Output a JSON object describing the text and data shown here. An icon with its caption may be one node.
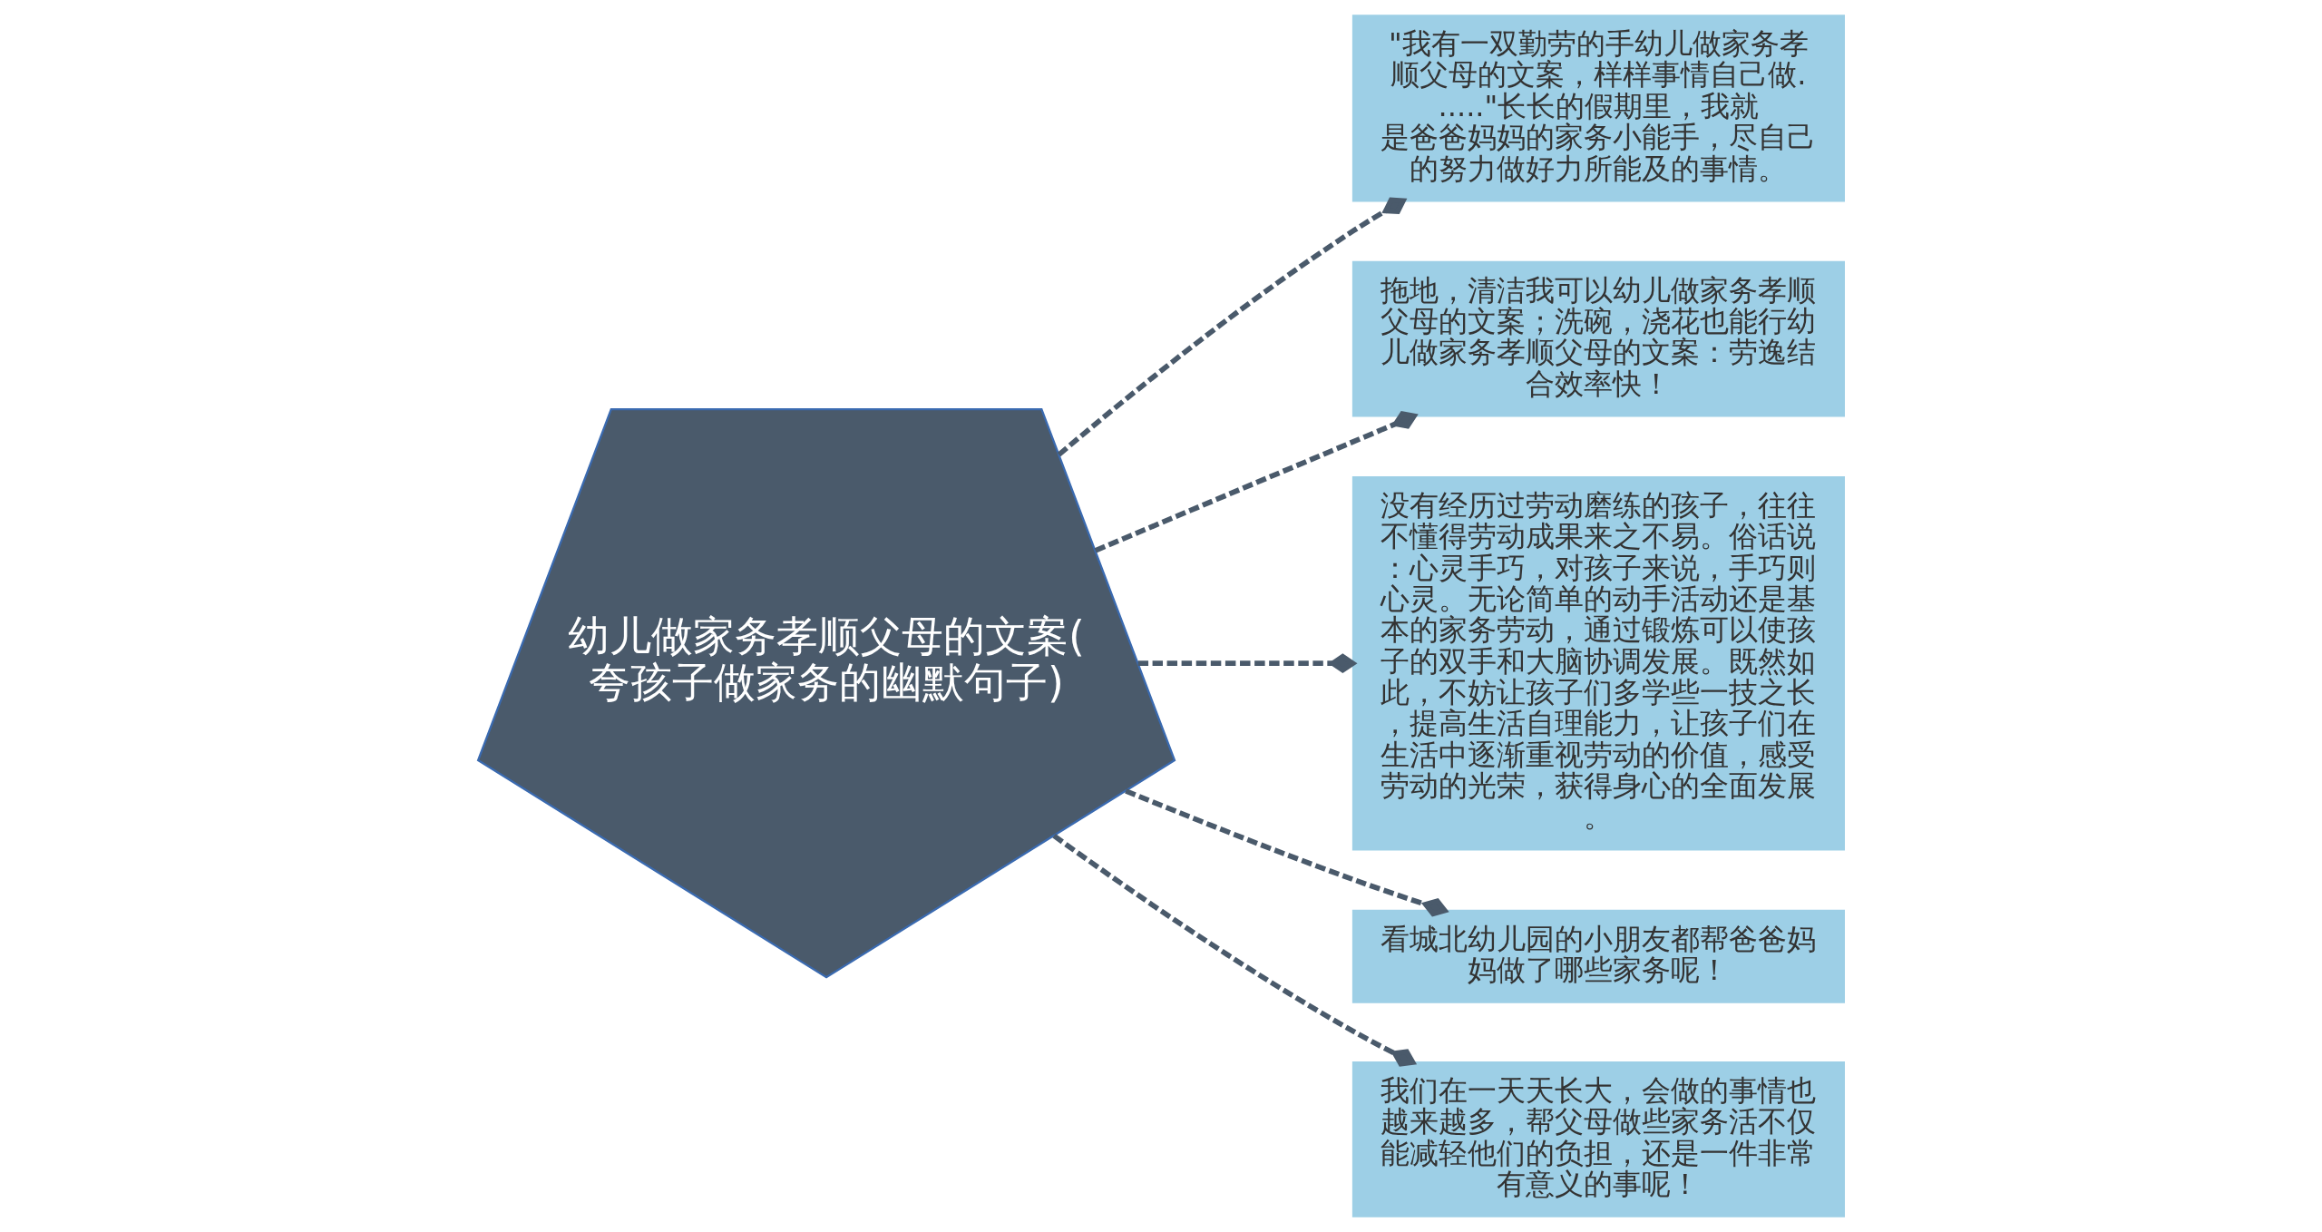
{
  "diagram": {
    "nodes": [
      {
        "text": [
          "幼儿做家务孝顺父母的文案(夸孩子做家务的幽默句子)"
        ]
      },
      {
        "text": [
          "\"我有一双勤劳的手幼儿做家务孝顺父母的文案，样样事情自己做......\"长长的假期里，我就是爸爸妈妈的家务小能手，尽自己的努力做好力所能及的事情。"
        ]
      },
      {
        "text": [
          "拖地，清洁我可以幼儿做家务孝顺父母的文案；洗碗，浇花也能行幼儿做家务孝顺父母的文案：劳逸结合效率快！"
        ]
      },
      {
        "text": [
          "没有经历过劳动磨练的孩子，往往不懂得劳动成果来之不易。俗话说：心灵手巧，对孩子来说，手巧则心灵。无论简单的动手活动还是基本的家务劳动，通过锻炼可以使孩子的双手和大脑协调发展。既然如此，不妨让孩子们多学些一技之长，提高生活自理能力，让孩子们在生活中逐渐重视劳动的价值，感受劳动的光荣，获得身心的全面发展。"
        ]
      },
      {
        "text": [
          "看城北幼儿园的小朋友都帮爸爸妈妈做了哪些家务呢！"
        ]
      },
      {
        "text": [
          "我们在一天天长大，会做的事情也越来越多，帮父母做些家务活不仅能减轻他们的负担，还是一件非常有意义的事呢！"
        ]
      }
    ],
    "edges": [
      {
        "from": 0,
        "to": 1,
        "arrow": "other",
        "style": "dashed"
      },
      {
        "from": 0,
        "to": 2,
        "arrow": "other",
        "style": "dashed"
      },
      {
        "from": 0,
        "to": 3,
        "arrow": "other",
        "style": "dashed"
      },
      {
        "from": 0,
        "to": 4,
        "arrow": "other",
        "style": "dashed"
      },
      {
        "from": 0,
        "to": 5,
        "arrow": "other",
        "style": "dashed"
      }
    ]
  }
}
